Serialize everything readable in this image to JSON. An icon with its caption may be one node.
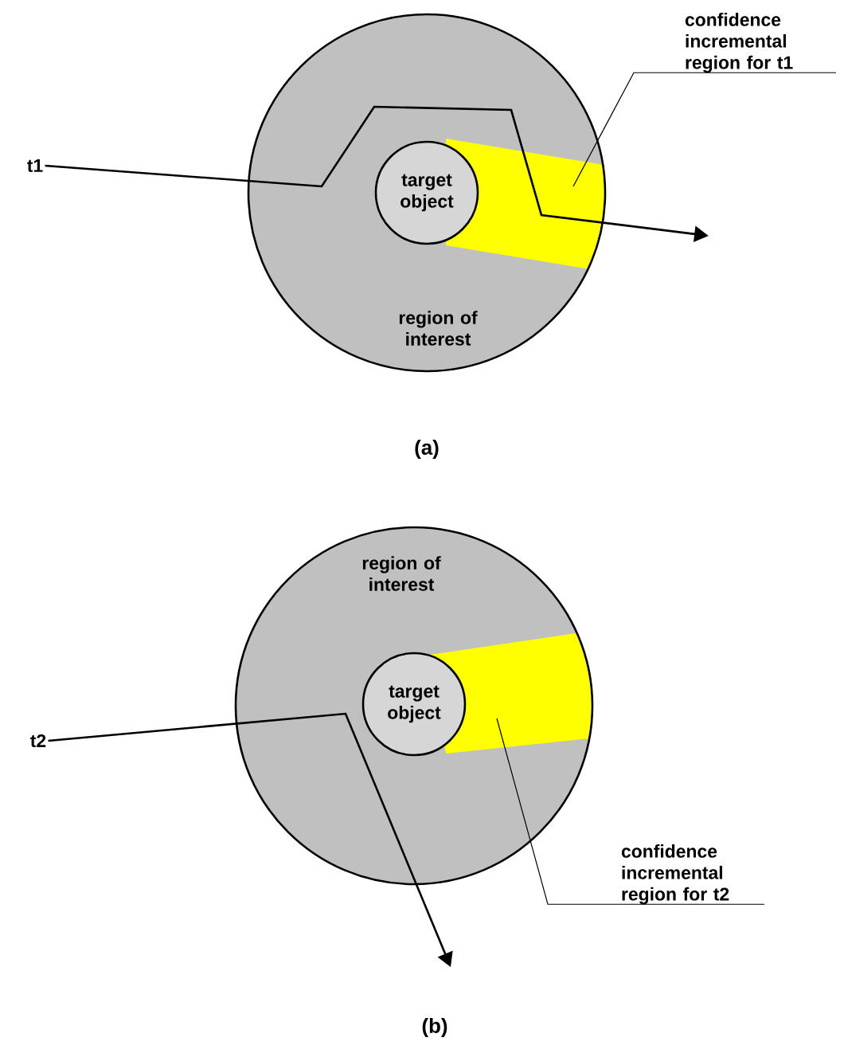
{
  "diagram": {
    "nodes": [
      {
        "text": [
          "region of interest"
        ]
      },
      {
        "text": [],
        "shape": "band",
        "in": 0
      },
      {
        "text": [
          "target object"
        ],
        "in": 0
      },
      {
        "text": [
          "confidence incremental region for t1"
        ]
      },
      {
        "text": [
          "t1"
        ]
      },
      {
        "text": [
          "region of interest"
        ]
      },
      {
        "text": [],
        "shape": "band",
        "in": 5
      },
      {
        "text": [
          "target object"
        ],
        "in": 5
      },
      {
        "text": [
          "confidence incremental region for t2"
        ]
      },
      {
        "text": [
          "t2"
        ]
      }
    ],
    "edges": [
      {
        "from": 4,
        "to": null,
        "arrow": "to"
      },
      {
        "from": 3,
        "to": 1,
        "arrow": "none"
      },
      {
        "from": 9,
        "to": null,
        "arrow": "to"
      },
      {
        "from": 8,
        "to": 6,
        "arrow": "none"
      }
    ],
    "labels": [
      "(a)",
      "(b)"
    ]
  }
}
